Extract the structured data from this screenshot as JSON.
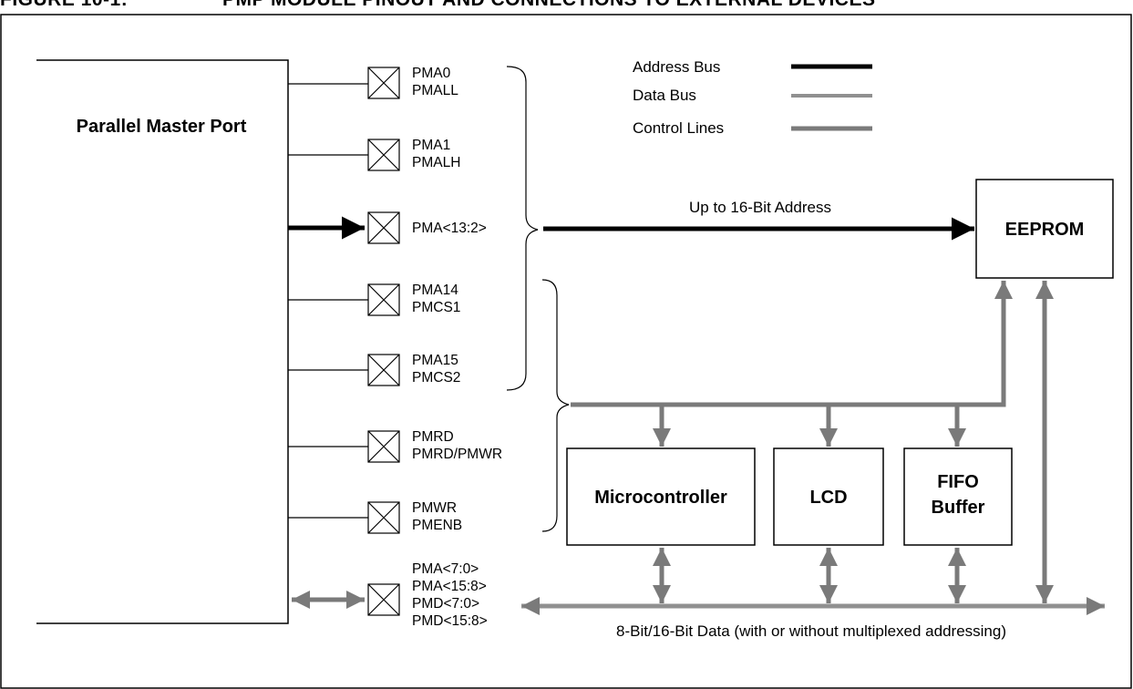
{
  "figure": {
    "number": "FIGURE 10-1:",
    "caption": "PMP MODULE PINOUT AND CONNECTIONS TO EXTERNAL DEVICES"
  },
  "pmp_block": {
    "label": "Parallel Master Port"
  },
  "pins": [
    {
      "id": "pin-pma0",
      "lines": [
        "PMA0",
        "PMALL"
      ]
    },
    {
      "id": "pin-pma1",
      "lines": [
        "PMA1",
        "PMALH"
      ]
    },
    {
      "id": "pin-pma-13-2",
      "lines": [
        "PMA<13:2>"
      ]
    },
    {
      "id": "pin-pma14",
      "lines": [
        "PMA14",
        "PMCS1"
      ]
    },
    {
      "id": "pin-pma15",
      "lines": [
        "PMA15",
        "PMCS2"
      ]
    },
    {
      "id": "pin-pmrd",
      "lines": [
        "PMRD",
        "PMRD/PMWR"
      ]
    },
    {
      "id": "pin-pmwr",
      "lines": [
        "PMWR",
        "PMENB"
      ]
    },
    {
      "id": "pin-pmd",
      "lines": [
        "PMA<7:0>",
        "PMA<15:8>",
        "PMD<7:0>",
        "PMD<15:8>"
      ]
    }
  ],
  "legend": [
    {
      "label": "Address Bus",
      "color": "#000000"
    },
    {
      "label": "Data Bus",
      "color": "#909090"
    },
    {
      "label": "Control Lines",
      "color": "#7a7a7a"
    }
  ],
  "address_label": "Up to 16-Bit Address",
  "data_label": "8-Bit/16-Bit Data (with or without multiplexed addressing)",
  "devices": {
    "eeprom": "EEPROM",
    "microcontroller": "Microcontroller",
    "lcd": "LCD",
    "fifo": [
      "FIFO",
      "Buffer"
    ]
  },
  "colors": {
    "address": "#000000",
    "data": "#909090",
    "control": "#7a7a7a",
    "outline": "#000000"
  }
}
